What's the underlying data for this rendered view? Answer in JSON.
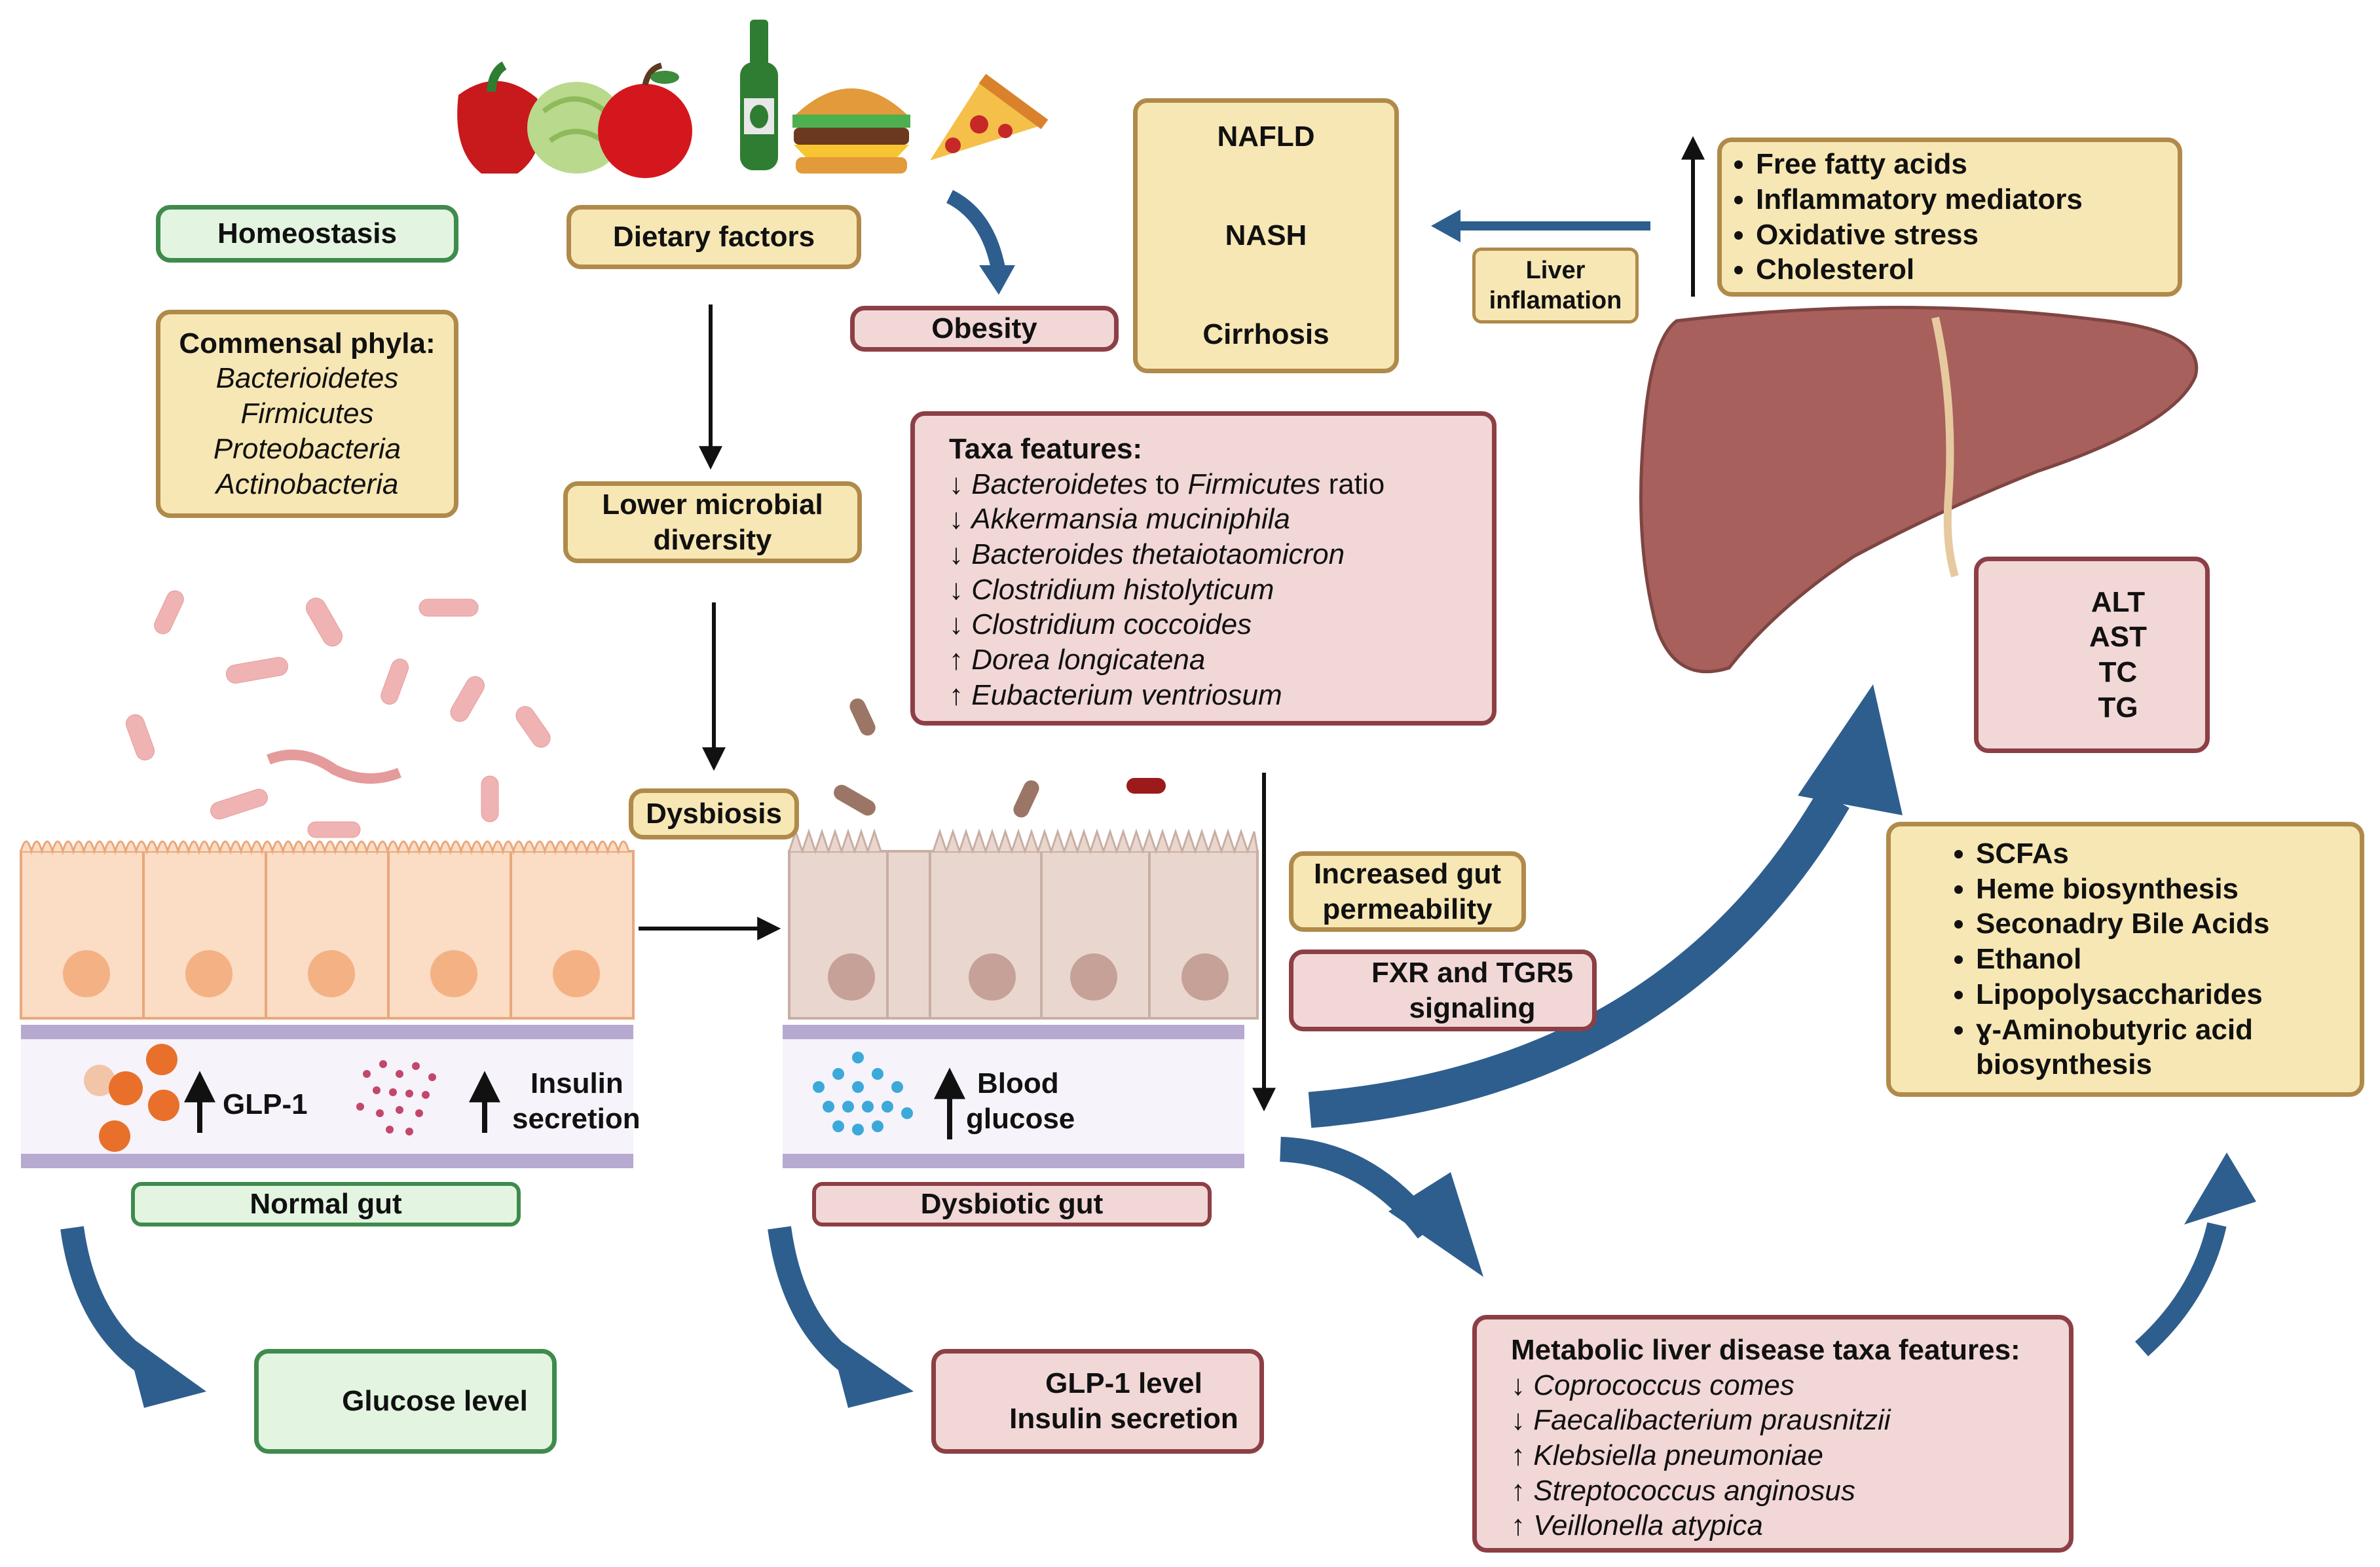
{
  "homeostasis": "Homeostasis",
  "dietary_factors": "Dietary factors",
  "obesity": "Obesity",
  "commensal": {
    "title": "Commensal phyla:",
    "items": [
      "Bacterioidetes",
      "Firmicutes",
      "Proteobacteria",
      "Actinobacteria"
    ]
  },
  "lower_diversity": {
    "line1": "Lower microbial",
    "line2": "diversity"
  },
  "dysbiosis": "Dysbiosis",
  "progression": {
    "stage1": "NAFLD",
    "stage2": "NASH",
    "stage3": "Cirrhosis"
  },
  "liver_inflammation": {
    "line1": "Liver",
    "line2": "inflamation"
  },
  "liver_factors": [
    "Free fatty acids",
    "Inflammatory mediators",
    "Oxidative stress",
    "Cholesterol"
  ],
  "taxa": {
    "title": "Taxa features:",
    "r0": {
      "arrow": "↓",
      "a": "Bacteroidetes",
      "b": " to ",
      "c": "Firmicutes",
      "d": " ratio"
    },
    "r1": {
      "arrow": "↓",
      "name": "Akkermansia muciniphila"
    },
    "r2": {
      "arrow": "↓",
      "name": "Bacteroides thetaiotaomicron"
    },
    "r3": {
      "arrow": "↓",
      "name": "Clostridium histolyticum"
    },
    "r4": {
      "arrow": "↓",
      "name": "Clostridium coccoides"
    },
    "r5": {
      "arrow": "↑",
      "name": "Dorea longicatena"
    },
    "r6": {
      "arrow": "↑",
      "name": "Eubacterium ventriosum"
    }
  },
  "enzymes": [
    "ALT",
    "AST",
    "TC",
    "TG"
  ],
  "increased_permeability": {
    "line1": "Increased gut",
    "line2": "permeability"
  },
  "fxr": {
    "line1": "FXR and TGR5",
    "line2": "signaling"
  },
  "metabolites": [
    "SCFAs",
    "Heme biosynthesis",
    "Seconadry Bile Acids",
    "Ethanol",
    "Lipopolysaccharides",
    "ɣ-Aminobutyric acid biosynthesis"
  ],
  "normal_gut": {
    "label": "Normal gut",
    "glp1": "GLP-1",
    "insulin_line1": "Insulin",
    "insulin_line2": "secretion"
  },
  "dysbiotic_gut": {
    "label": "Dysbiotic gut",
    "blood_line1": "Blood",
    "blood_line2": "glucose"
  },
  "glucose_level": "Glucose level",
  "glp1_level": {
    "line1": "GLP-1 level",
    "line2": "Insulin secretion"
  },
  "metabolic_taxa": {
    "title": "Metabolic liver disease taxa features:",
    "r0": {
      "arrow": "↓",
      "name": "Coprococcus comes"
    },
    "r1": {
      "arrow": "↓",
      "name": "Faecalibacterium prausnitzii"
    },
    "r2": {
      "arrow": "↑",
      "name": "Klebsiella pneumoniae"
    },
    "r3": {
      "arrow": "↑",
      "name": "Streptococcus anginosus"
    },
    "r4": {
      "arrow": "↑",
      "name": "Veillonella atypica"
    }
  },
  "colors": {
    "gold_fill": "#f7e7b4",
    "gold_border": "#b08a4a",
    "green_fill": "#e3f5e1",
    "green_border": "#3f8b4c",
    "pink_fill": "#f2d7d7",
    "pink_border": "#8c3f45",
    "curved_arrow": "#2e5e8e",
    "liver": "#a8605c",
    "normal_cell": "#fbdcc4",
    "dysbiotic_cell": "#e9d7cf",
    "membrane": "#b7a9cf"
  }
}
